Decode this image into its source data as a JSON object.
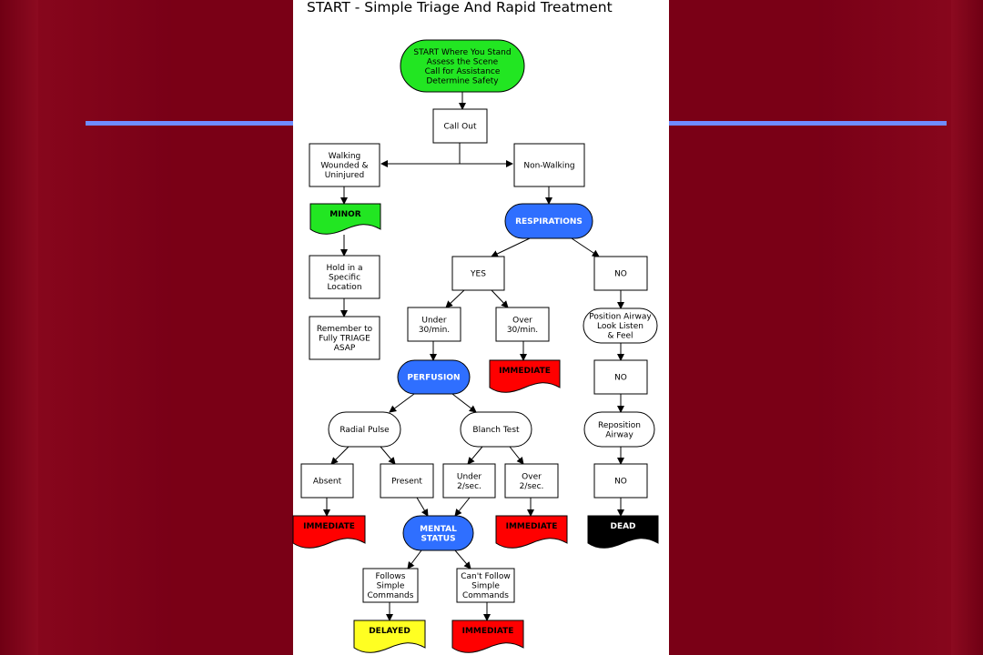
{
  "title": "START - Simple Triage And Rapid Treatment",
  "colors": {
    "background": "#7a0016",
    "accent_line": "#6f8cff",
    "green": "#22e622",
    "blue": "#2f6fff",
    "red": "#ff0000",
    "yellow": "#ffff22",
    "black": "#000000"
  },
  "nodes": {
    "start": [
      "START Where You Stand",
      "Assess the Scene",
      "Call for Assistance",
      "Determine Safety"
    ],
    "call_out": [
      "Call Out"
    ],
    "walking": [
      "Walking",
      "Wounded &",
      "Uninjured"
    ],
    "non_walking": [
      "Non-Walking"
    ],
    "minor": [
      "MINOR"
    ],
    "hold": [
      "Hold in a",
      "Specific",
      "Location"
    ],
    "remember": [
      "Remember to",
      "Fully TRIAGE",
      "ASAP"
    ],
    "respirations": [
      "RESPIRATIONS"
    ],
    "yes": [
      "YES"
    ],
    "no_1": [
      "NO"
    ],
    "under_30": [
      "Under",
      "30/min."
    ],
    "over_30": [
      "Over",
      "30/min."
    ],
    "position_airway": [
      "Position Airway",
      "Look Listen",
      "& Feel"
    ],
    "immediate_1": [
      "IMMEDIATE"
    ],
    "no_2": [
      "NO"
    ],
    "perfusion": [
      "PERFUSION"
    ],
    "reposition": [
      "Reposition",
      "Airway"
    ],
    "radial_pulse": [
      "Radial Pulse"
    ],
    "blanch_test": [
      "Blanch Test"
    ],
    "no_3": [
      "NO"
    ],
    "absent": [
      "Absent"
    ],
    "present": [
      "Present"
    ],
    "under_2": [
      "Under",
      "2/sec."
    ],
    "over_2": [
      "Over",
      "2/sec."
    ],
    "immediate_2": [
      "IMMEDIATE"
    ],
    "mental_status": [
      "MENTAL",
      "STATUS"
    ],
    "immediate_3": [
      "IMMEDIATE"
    ],
    "dead": [
      "DEAD"
    ],
    "follows": [
      "Follows",
      "Simple",
      "Commands"
    ],
    "cant_follow": [
      "Can't Follow",
      "Simple",
      "Commands"
    ],
    "delayed": [
      "DELAYED"
    ],
    "immediate_4": [
      "IMMEDIATE"
    ]
  }
}
